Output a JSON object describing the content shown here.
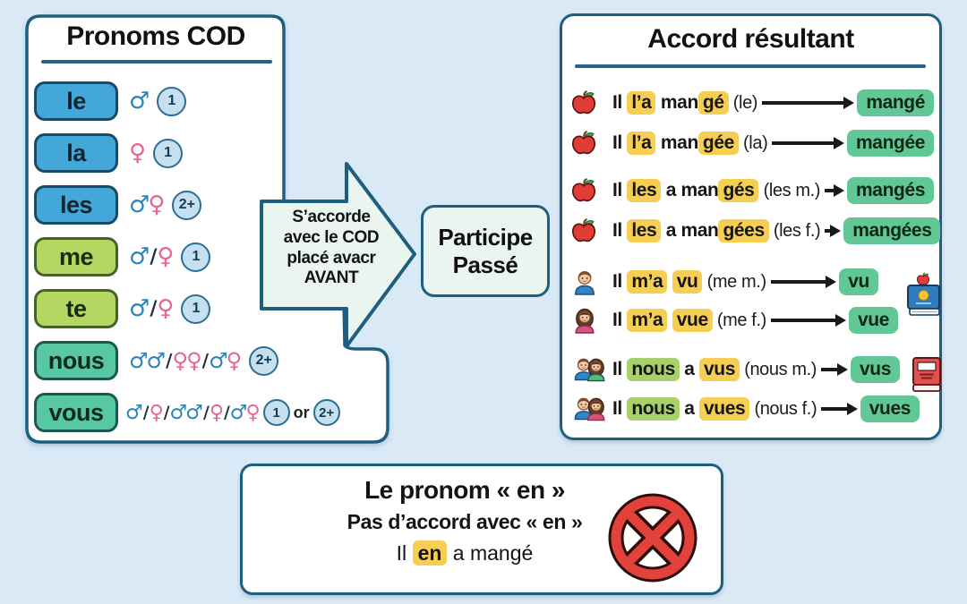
{
  "colors": {
    "bg": "#d9e9f6",
    "panel": "#ffffff",
    "border": "#1e5f80",
    "underline": "#24618c",
    "pill_blue": "#43a7d9",
    "pill_lime": "#b4d761",
    "pill_teal": "#58c7a4",
    "badge_bg": "#c6e0f0",
    "badge_border": "#2a6e93",
    "male": "#2d84b8",
    "female": "#e2688e",
    "slash": "#1d3240",
    "yellow": "#f6ce53",
    "green_hl": "#a8d269",
    "result_green": "#60c795",
    "arrow_fill": "#ebf5f0",
    "red": "#e2423b"
  },
  "left_panel": {
    "title": "Pronoms COD",
    "symbol_glyphs": {
      "m": "♂",
      "f": "♀",
      "slash": "/"
    },
    "rows": [
      {
        "pronoun": "le",
        "style": "blue",
        "symbols": [
          "m"
        ],
        "badges": [
          {
            "type": "badge",
            "value": "1"
          }
        ]
      },
      {
        "pronoun": "la",
        "style": "blue",
        "symbols": [
          "f"
        ],
        "badges": [
          {
            "type": "badge",
            "value": "1"
          }
        ]
      },
      {
        "pronoun": "les",
        "style": "blue",
        "symbols": [
          "m",
          "f"
        ],
        "badges": [
          {
            "type": "badge",
            "value": "2+"
          }
        ]
      },
      {
        "pronoun": "me",
        "style": "lime",
        "symbols": [
          "m",
          "/",
          "f"
        ],
        "badges": [
          {
            "type": "badge",
            "value": "1"
          }
        ]
      },
      {
        "pronoun": "te",
        "style": "lime",
        "symbols": [
          "m",
          "/",
          "f"
        ],
        "badges": [
          {
            "type": "badge",
            "value": "1"
          }
        ]
      },
      {
        "pronoun": "nous",
        "style": "teal",
        "symbols": [
          "m",
          "m",
          "/",
          "f",
          "f",
          "/",
          "m",
          "f"
        ],
        "badges": [
          {
            "type": "badge",
            "value": "2+"
          }
        ]
      },
      {
        "pronoun": "vous",
        "style": "teal",
        "symbols": [
          "m",
          "/",
          "f",
          "/",
          "m",
          "m",
          "/",
          "f",
          "/",
          "m",
          "f"
        ],
        "badges": [
          {
            "type": "badge",
            "value": "1"
          },
          {
            "type": "text",
            "value": "or"
          },
          {
            "type": "badge",
            "value": "2+"
          }
        ]
      }
    ]
  },
  "arrow_note": {
    "lines": [
      "S’accorde",
      "avec le COD",
      "placé avacr",
      "AVANT"
    ]
  },
  "participle_box": {
    "line1": "Participe",
    "line2": "Passé"
  },
  "right_panel": {
    "title": "Accord résultant",
    "rows": [
      {
        "icon": "apple-icon",
        "segments": [
          {
            "t": "Il ",
            "s": "p"
          },
          {
            "t": "l’a",
            "s": "y"
          },
          {
            "t": " man",
            "s": "p"
          },
          {
            "t": "gé",
            "s": "y"
          },
          {
            "t": " (le)",
            "s": "n"
          }
        ],
        "result": "mangé"
      },
      {
        "icon": "apple-icon",
        "segments": [
          {
            "t": "Il ",
            "s": "p"
          },
          {
            "t": "l’a",
            "s": "y"
          },
          {
            "t": " man",
            "s": "p"
          },
          {
            "t": "gée",
            "s": "y"
          },
          {
            "t": " (la)",
            "s": "n"
          }
        ],
        "result": "mangée"
      },
      {
        "icon": "apple-icon",
        "segments": [
          {
            "t": "Il ",
            "s": "p"
          },
          {
            "t": "les",
            "s": "y"
          },
          {
            "t": " a man",
            "s": "p"
          },
          {
            "t": "gés",
            "s": "y"
          },
          {
            "t": " (les m.)",
            "s": "n"
          }
        ],
        "result": "mangés"
      },
      {
        "icon": "apple-icon",
        "segments": [
          {
            "t": "Il ",
            "s": "p"
          },
          {
            "t": "les",
            "s": "y"
          },
          {
            "t": " a man",
            "s": "p"
          },
          {
            "t": "gées",
            "s": "y"
          },
          {
            "t": " (les f.)",
            "s": "n"
          }
        ],
        "result": "mangées"
      },
      {
        "icon": "boy-icon",
        "segments": [
          {
            "t": "Il ",
            "s": "p"
          },
          {
            "t": "m’a",
            "s": "y"
          },
          {
            "t": " ",
            "s": "p"
          },
          {
            "t": "vu",
            "s": "y"
          },
          {
            "t": " (me m.)",
            "s": "n"
          }
        ],
        "result": "vu"
      },
      {
        "icon": "girl-icon",
        "segments": [
          {
            "t": "Il ",
            "s": "p"
          },
          {
            "t": "m’a",
            "s": "y"
          },
          {
            "t": " ",
            "s": "p"
          },
          {
            "t": "vue",
            "s": "y"
          },
          {
            "t": " (me f.)",
            "s": "n"
          }
        ],
        "result": "vue"
      },
      {
        "icon": "pair-green-icon",
        "segments": [
          {
            "t": "Il ",
            "s": "p"
          },
          {
            "t": "nous",
            "s": "g"
          },
          {
            "t": " a ",
            "s": "p"
          },
          {
            "t": "vus",
            "s": "y"
          },
          {
            "t": " (nous m.)",
            "s": "n"
          }
        ],
        "result": "vus"
      },
      {
        "icon": "pair-pink-icon",
        "segments": [
          {
            "t": "Il ",
            "s": "p"
          },
          {
            "t": "nous",
            "s": "g"
          },
          {
            "t": " a ",
            "s": "p"
          },
          {
            "t": "vues",
            "s": "y"
          },
          {
            "t": " (nous f.)",
            "s": "n"
          }
        ],
        "result": "vues"
      }
    ],
    "side_icons": [
      {
        "icon": "book-blue-icon"
      },
      {
        "icon": "book-red-icon"
      }
    ]
  },
  "en_box": {
    "title": "Le pronom « en »",
    "subtitle": "Pas d’accord avec « en »",
    "example": [
      {
        "t": "Il ",
        "s": "p"
      },
      {
        "t": "en",
        "s": "y"
      },
      {
        "t": " a mangé",
        "s": "p"
      }
    ],
    "icon": "no-entry-icon"
  }
}
